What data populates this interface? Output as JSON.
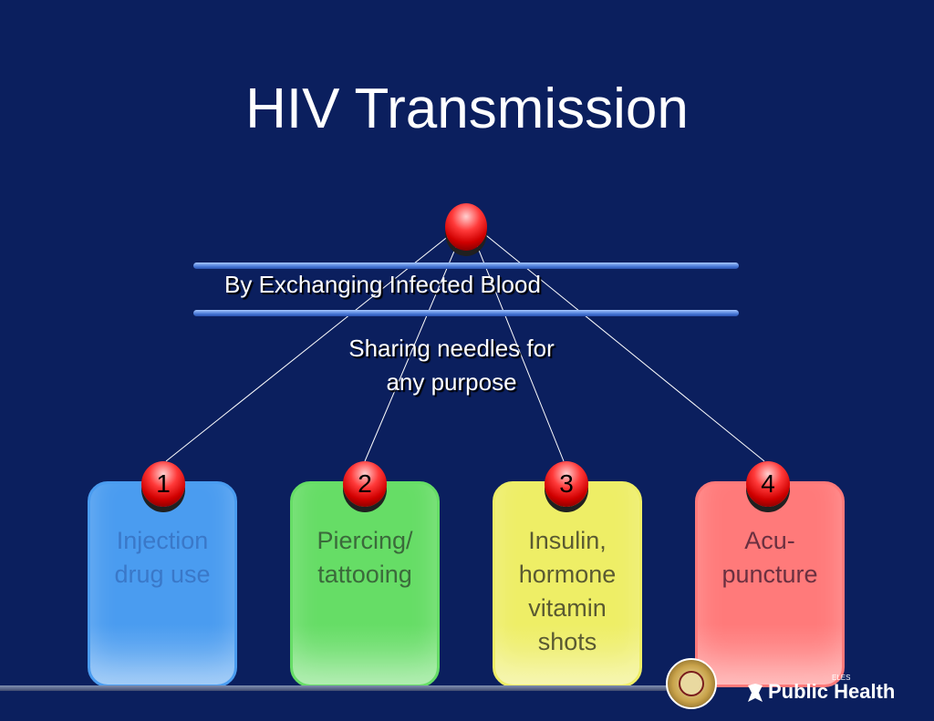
{
  "slide": {
    "title": "HIV Transmission",
    "band_label": "By Exchanging Infected Blood",
    "subtitle_line1": "Sharing needles for",
    "subtitle_line2": "any purpose"
  },
  "items": [
    {
      "number": "1",
      "line1": "Injection",
      "line2": "drug use",
      "line3": "",
      "line4": "",
      "color": "#4a9cf0",
      "text_color": "#3a78c8"
    },
    {
      "number": "2",
      "line1": "Piercing/",
      "line2": "tattooing",
      "line3": "",
      "line4": "",
      "color": "#66dd66",
      "text_color": "#3b6a3b"
    },
    {
      "number": "3",
      "line1": "Insulin,",
      "line2": "hormone",
      "line3": "vitamin",
      "line4": "shots",
      "color": "#eeee66",
      "text_color": "#5a5a32"
    },
    {
      "number": "4",
      "line1": "Acu-",
      "line2": "puncture",
      "line3": "",
      "line4": "",
      "color": "#ff7a7a",
      "text_color": "#6a3040"
    }
  ],
  "logo": {
    "text": "Public Health",
    "small_text": "ELES"
  },
  "colors": {
    "background": "#0b1f5e",
    "band": "#4a7ad8",
    "ball": "#ff3a3a"
  }
}
